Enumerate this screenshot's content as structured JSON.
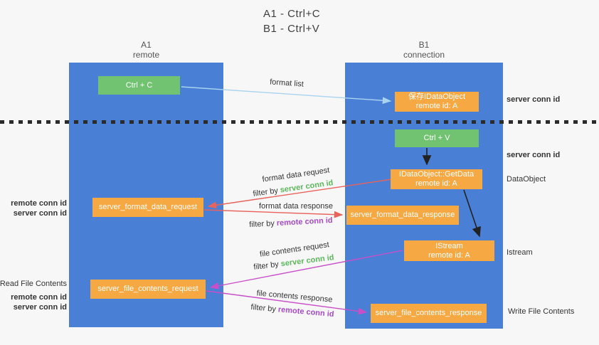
{
  "title": {
    "line1": "A1 - Ctrl+C",
    "line2": "B1 - Ctrl+V"
  },
  "columns": {
    "a": {
      "id": "A1",
      "role": "remote"
    },
    "b": {
      "id": "B1",
      "role": "connection"
    }
  },
  "boxes": {
    "ctrl_c": {
      "label": "Ctrl + C"
    },
    "save_idataobject": {
      "line1": "保存IDataObject",
      "line2": "remote id: A"
    },
    "ctrl_v": {
      "label": "Ctrl + V"
    },
    "getdata": {
      "line1": "IDataObject::GetData",
      "line2": "remote id: A"
    },
    "format_request": {
      "label": "server_format_data_request"
    },
    "format_response": {
      "label": "server_format_data_response"
    },
    "istream": {
      "line1": "IStream",
      "line2": "remote id: A"
    },
    "file_request": {
      "label": "server_file_contents_request"
    },
    "file_response": {
      "label": "server_file_contents_response"
    }
  },
  "arrow_labels": {
    "format_list": "format list",
    "format_data_request": "format data request",
    "format_data_response": "format data response",
    "file_contents_request": "file contents request",
    "file_contents_response": "file contents response",
    "filter_by": "filter by ",
    "server_conn_id": "server conn id",
    "remote_conn_id": "remote conn id"
  },
  "side_labels": {
    "right_server_conn_id_1": "server conn id",
    "right_server_conn_id_2": "server conn id",
    "right_dataobject": "DataObject",
    "right_istream": "Istream",
    "right_write_file_contents": "Write File Contents",
    "left_remote_conn_id_1": "remote conn id",
    "left_server_conn_id_1": "server conn id",
    "left_read_file_contents": "Read File Contents",
    "left_remote_conn_id_2": "remote conn id",
    "left_server_conn_id_2": "server conn id"
  },
  "colors": {
    "background": "#f7f7f7",
    "lane_blue": "#4a7fd6",
    "box_green": "#71c371",
    "box_orange": "#f6a843",
    "arrow_light_blue": "#a9d3ef",
    "arrow_red": "#e8635b",
    "arrow_magenta": "#c94fc9",
    "arrow_black": "#222222",
    "text_green": "#5cb85c",
    "text_purple": "#a74ac7"
  }
}
